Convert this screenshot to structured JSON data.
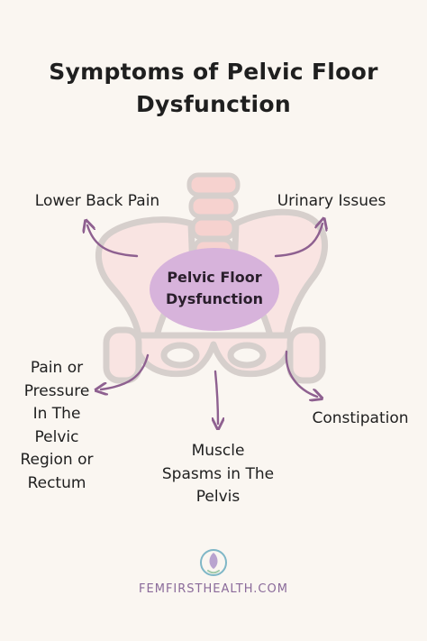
{
  "title": {
    "line1": "Symptoms of Pelvic Floor",
    "line2": "Dysfunction"
  },
  "center": {
    "line1": "Pelvic Floor",
    "line2": "Dysfunction"
  },
  "symptoms": {
    "lower_back_pain": [
      "Lower Back Pain"
    ],
    "urinary_issues": [
      "Urinary Issues"
    ],
    "pain_or_pressure": [
      "Pain or",
      "Pressure",
      "In The",
      "Pelvic",
      "Region or",
      "Rectum"
    ],
    "muscle_spasms": [
      "Muscle",
      "Spasms in The",
      "Pelvis"
    ],
    "constipation": [
      "Constipation"
    ]
  },
  "brand": "FEMFIRSTHEALTH.COM",
  "colors": {
    "background": "#faf6f1",
    "bone_fill": "#f9e4e2",
    "bone_outline": "#d6cfcc",
    "spine_fill": "#f6d2cf",
    "center_fill": "#d7b3db",
    "arrow": "#8e6090",
    "brand": "#8a6a9a"
  }
}
